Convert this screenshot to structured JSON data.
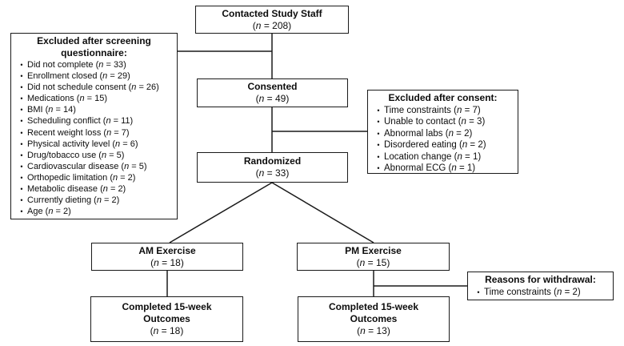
{
  "n_label": "n",
  "colors": {
    "border": "#1a1a1a",
    "text": "#0d0d0d",
    "background": "#ffffff"
  },
  "nodes": {
    "contacted": {
      "title_lines": [
        "Contacted Study Staff"
      ],
      "n_value": "208"
    },
    "excluded_screening": {
      "title_lines": [
        "Excluded after screening",
        "questionnaire:"
      ],
      "items": [
        {
          "text": "Did not complete",
          "n_value": "33"
        },
        {
          "text": "Enrollment closed",
          "n_value": "29"
        },
        {
          "text": "Did not schedule consent",
          "n_value": "26"
        },
        {
          "text": "Medications",
          "n_value": "15"
        },
        {
          "text": "BMI",
          "n_value": "14"
        },
        {
          "text": "Scheduling conflict",
          "n_value": "11"
        },
        {
          "text": "Recent weight loss",
          "n_value": "7"
        },
        {
          "text": "Physical activity level",
          "n_value": "6"
        },
        {
          "text": "Drug/tobacco use",
          "n_value": "5"
        },
        {
          "text": "Cardiovascular disease",
          "n_value": "5"
        },
        {
          "text": "Orthopedic limitation",
          "n_value": "2"
        },
        {
          "text": "Metabolic disease",
          "n_value": "2"
        },
        {
          "text": "Currently dieting",
          "n_value": "2"
        },
        {
          "text": "Age",
          "n_value": "2"
        }
      ]
    },
    "consented": {
      "title_lines": [
        "Consented"
      ],
      "n_value": "49"
    },
    "excluded_consent": {
      "title_lines": [
        "Excluded after consent:"
      ],
      "items": [
        {
          "text": "Time constraints",
          "n_value": "7"
        },
        {
          "text": "Unable to contact",
          "n_value": "3"
        },
        {
          "text": "Abnormal labs",
          "n_value": "2"
        },
        {
          "text": "Disordered eating",
          "n_value": "2"
        },
        {
          "text": "Location change",
          "n_value": "1"
        },
        {
          "text": "Abnormal ECG",
          "n_value": "1"
        }
      ]
    },
    "randomized": {
      "title_lines": [
        "Randomized"
      ],
      "n_value": "33"
    },
    "am_exercise": {
      "title_lines": [
        "AM Exercise"
      ],
      "n_value": "18"
    },
    "pm_exercise": {
      "title_lines": [
        "PM Exercise"
      ],
      "n_value": "15"
    },
    "am_outcomes": {
      "title_lines": [
        "Completed 15-week",
        "Outcomes"
      ],
      "n_value": "18"
    },
    "pm_outcomes": {
      "title_lines": [
        "Completed 15-week",
        "Outcomes"
      ],
      "n_value": "13"
    },
    "withdrawal": {
      "title_lines": [
        "Reasons for withdrawal:"
      ],
      "items": [
        {
          "text": "Time constraints",
          "n_value": "2"
        }
      ]
    }
  }
}
